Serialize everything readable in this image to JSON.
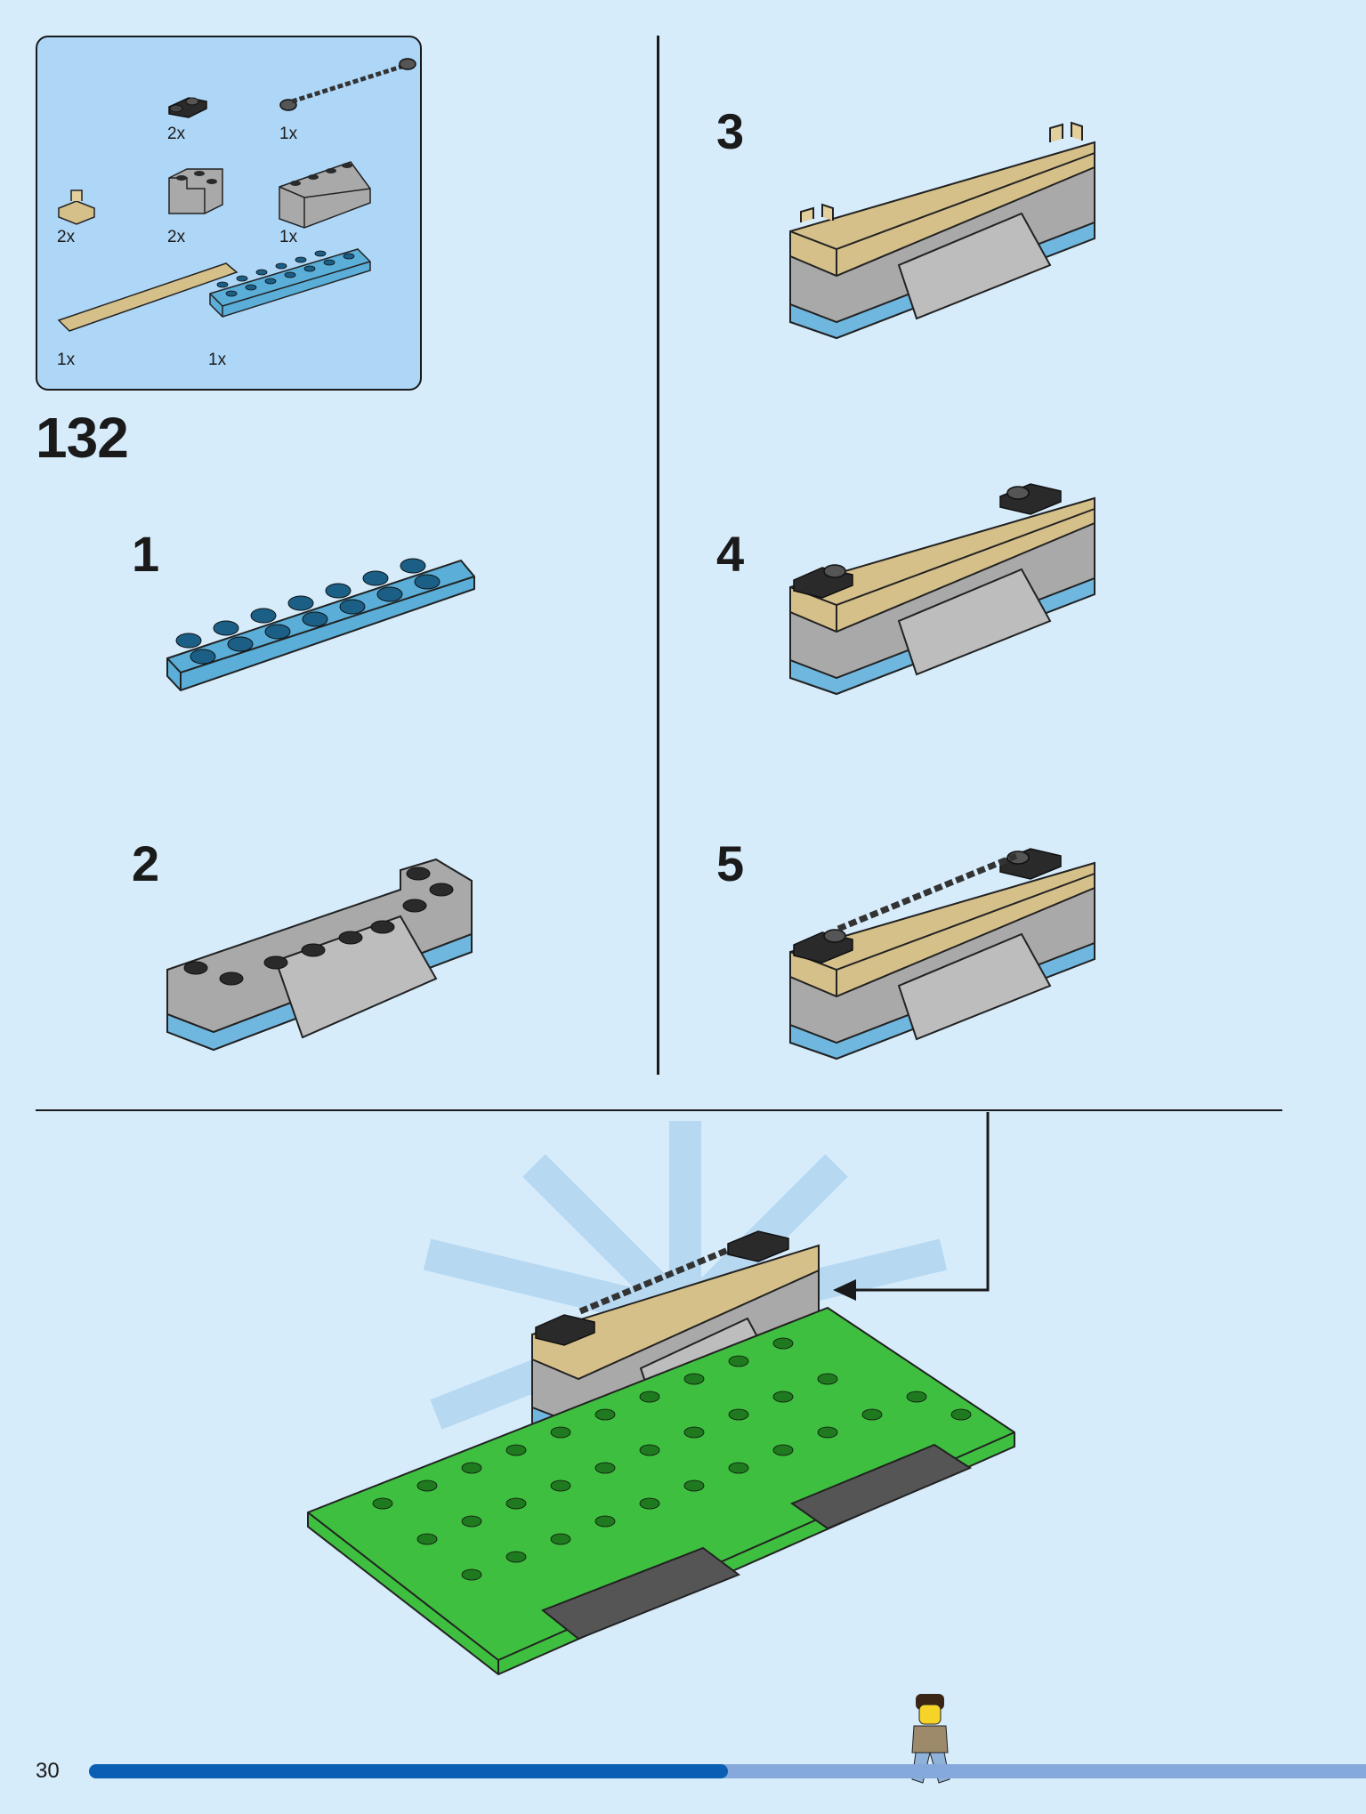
{
  "page": {
    "step_number": "132",
    "page_number": "30",
    "progress": 0.5
  },
  "parts_list": {
    "items": [
      {
        "name": "black-clip-plate",
        "qty": "2x"
      },
      {
        "name": "chain",
        "qty": "1x"
      },
      {
        "name": "tan-clip",
        "qty": "2x"
      },
      {
        "name": "gray-corner-brick",
        "qty": "2x"
      },
      {
        "name": "gray-slope-brick",
        "qty": "1x"
      },
      {
        "name": "tan-tile",
        "qty": "1x"
      },
      {
        "name": "blue-plate",
        "qty": "1x"
      }
    ]
  },
  "substeps": [
    {
      "label": "1"
    },
    {
      "label": "2"
    },
    {
      "label": "3"
    },
    {
      "label": "4"
    },
    {
      "label": "5"
    }
  ],
  "colors": {
    "background": "#d6ecfb",
    "parts_box": "#aed6f6",
    "blue_plate": "#5aaed8",
    "gray_brick": "#a9a9a9",
    "tan": "#d6c08a",
    "green_plate": "#3fbf3f",
    "progress_fill": "#0a5fb4",
    "progress_track": "#86a9dc"
  }
}
